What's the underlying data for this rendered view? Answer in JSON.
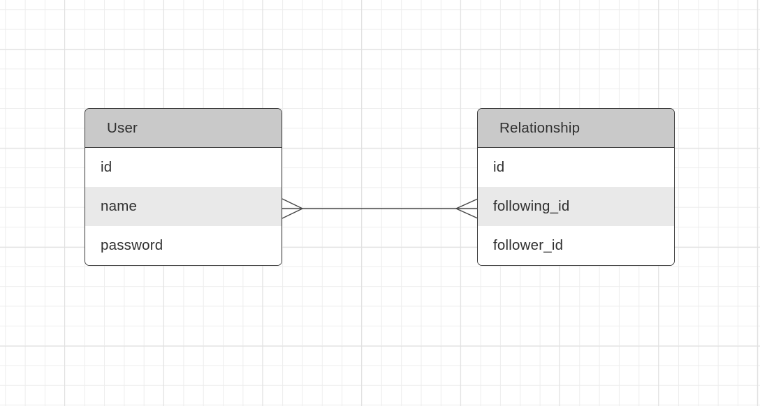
{
  "canvas": {
    "kind": "er-diagram-grid-canvas",
    "colors": {
      "background": "#ffffff",
      "grid_minor": "#ededed",
      "grid_major": "#e0e0e0",
      "entity_border": "#3b3b3b",
      "entity_header_fill": "#c9c9c9",
      "row_highlight_fill": "#e9e9e9",
      "text": "#2f2f2f",
      "connector_stroke": "#454545"
    }
  },
  "entities": [
    {
      "name": "User",
      "fields": [
        {
          "name": "id",
          "highlighted": false
        },
        {
          "name": "name",
          "highlighted": true
        },
        {
          "name": "password",
          "highlighted": false
        }
      ]
    },
    {
      "name": "Relationship",
      "fields": [
        {
          "name": "id",
          "highlighted": false
        },
        {
          "name": "following_id",
          "highlighted": true
        },
        {
          "name": "follower_id",
          "highlighted": false
        }
      ]
    }
  ],
  "relationship": {
    "from_entity": "User",
    "from_field": "name",
    "from_cardinality": "many",
    "to_entity": "Relationship",
    "to_field": "following_id",
    "to_cardinality": "many",
    "notation": "crows-foot"
  }
}
